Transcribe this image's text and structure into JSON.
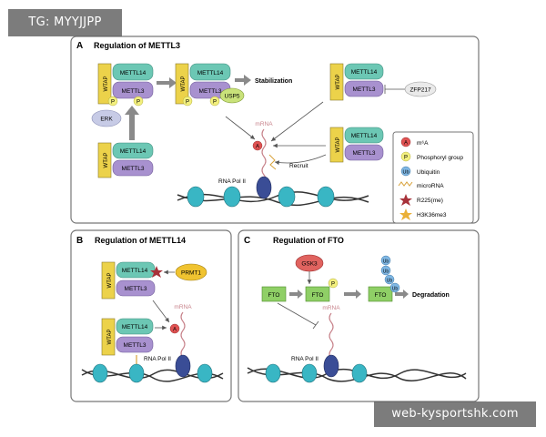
{
  "watermarks": {
    "top": "TG: MYYJJPP",
    "bottom": "web-kysportshk.com"
  },
  "panel_a": {
    "letter": "A",
    "title": "Regulation of METTL3",
    "wtap": "WTAP",
    "mettl14": "METTL14",
    "mettl3": "METTL3",
    "p": "P",
    "erk": "ERK",
    "usp5": "USP5",
    "stabilization": "Stabilization",
    "zfp217": "ZFP217",
    "mrna": "mRNA",
    "a": "A",
    "recruit": "Recruit",
    "polii": "RNA Pol II"
  },
  "legend": {
    "items": [
      {
        "symbol": "A",
        "label": "m⁶A"
      },
      {
        "symbol": "P",
        "label": "Phosphoryl group"
      },
      {
        "symbol": "Ub",
        "label": "Ubiquitin"
      },
      {
        "symbol": "",
        "label": "microRNA"
      },
      {
        "symbol": "",
        "label": "R225(me)"
      },
      {
        "symbol": "",
        "label": "H3K36me3"
      }
    ]
  },
  "panel_b": {
    "letter": "B",
    "title": "Regulation of METTL14",
    "wtap": "WTAP",
    "mettl14": "METTL14",
    "mettl3": "METTL3",
    "prmt1": "PRMT1",
    "mrna": "mRNA",
    "a": "A",
    "polii": "RNA Pol II"
  },
  "panel_c": {
    "letter": "C",
    "title": "Regulation of FTO",
    "gsk3": "GSK3",
    "fto": "FTO",
    "p": "P",
    "ub": "Ub",
    "degradation": "Degradation",
    "mrna": "mRNA",
    "polii": "RNA Pol II"
  },
  "colors": {
    "wtap": "#ecd24a",
    "mettl14": "#6cc7b4",
    "mettl3": "#a891cf",
    "fto": "#8fcf66",
    "p": "#f3f07e",
    "ub": "#7fb7e4",
    "m6a": "#e05252",
    "erk": "#c7cbe6",
    "usp5": "#c9e27a",
    "zfp217": "#eaeaea",
    "prmt1": "#f0c330",
    "nucleosome": "#39b6c4",
    "polii": "#3a4d96",
    "mrna": "#c8848c",
    "arrow": "#8a8a8a"
  }
}
